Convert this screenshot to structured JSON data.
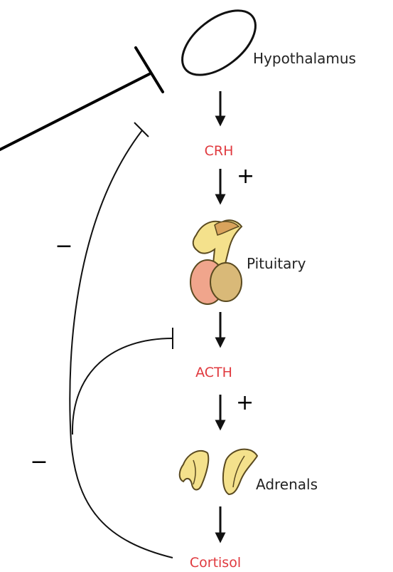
{
  "organs": {
    "hypothalamus": "Hypothalamus",
    "pituitary": "Pituitary",
    "adrenals": "Adrenals"
  },
  "hormones": {
    "crh": "CRH",
    "acth": "ACTH",
    "cortisol": "Cortisol"
  },
  "signs": {
    "stimulate": "+",
    "inhibit": "−"
  },
  "colors": {
    "hormone_text": "#e0393e",
    "line": "#111111",
    "gland_yellow": "#f4e18c",
    "gland_outline": "#5a4a20",
    "pituitary_pink": "#f0a58c",
    "pituitary_tan": "#d9b978"
  }
}
